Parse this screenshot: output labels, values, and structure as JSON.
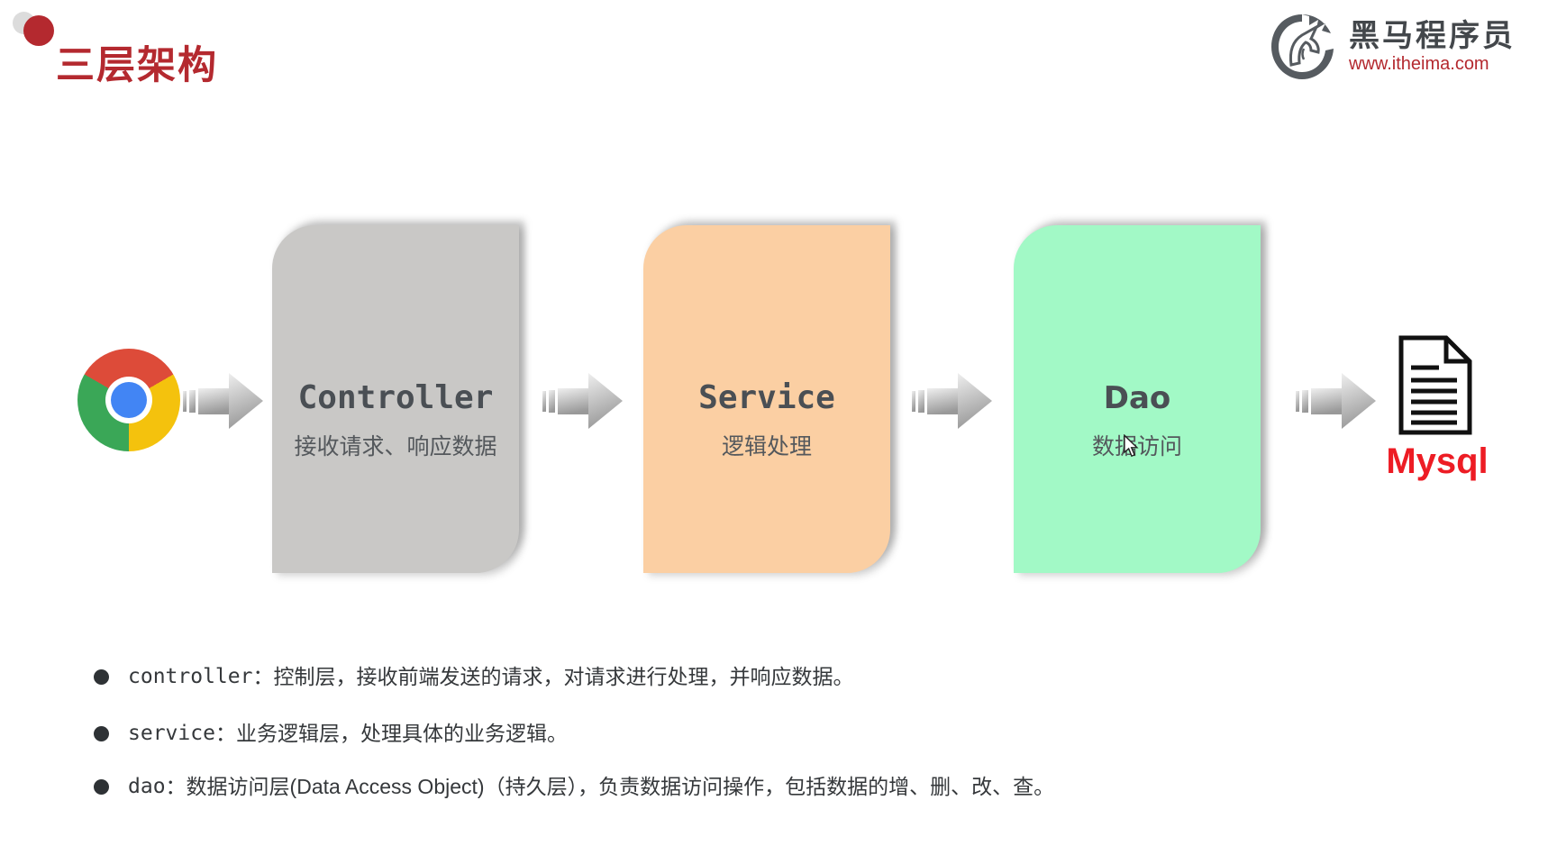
{
  "page": {
    "background": "#ffffff"
  },
  "header": {
    "title": "三层架构",
    "title_color": "#b4292f",
    "logo": {
      "icon": "horse-logo-icon",
      "name": "黑马程序员",
      "url": "www.itheima.com",
      "name_color": "#43474b",
      "url_color": "#b4292f"
    }
  },
  "diagram": {
    "browser_icon": "chrome-logo-icon",
    "arrow_icon": "right-arrow-icon",
    "arrow_gradient_start": "#eeeeee",
    "arrow_gradient_end": "#999999",
    "layers": [
      {
        "title": "Controller",
        "subtitle": "接收请求、响应数据",
        "bg": "#c9c8c6"
      },
      {
        "title": "Service",
        "subtitle": "逻辑处理",
        "bg": "#fbcfa3"
      },
      {
        "title": "Dao",
        "subtitle": "数据访问",
        "bg": "#a2f9c6"
      }
    ],
    "database": {
      "icon": "document-icon",
      "label": "Mysql",
      "label_color": "#ed1c24"
    }
  },
  "bullets": [
    {
      "term": "controller",
      "text": "：控制层，接收前端发送的请求，对请求进行处理，并响应数据。"
    },
    {
      "term": "service",
      "text": "：业务逻辑层，处理具体的业务逻辑。"
    },
    {
      "term": "dao",
      "text": "：数据访问层(Data Access Object)（持久层），负责数据访问操作，包括数据的增、删、改、查。"
    }
  ]
}
